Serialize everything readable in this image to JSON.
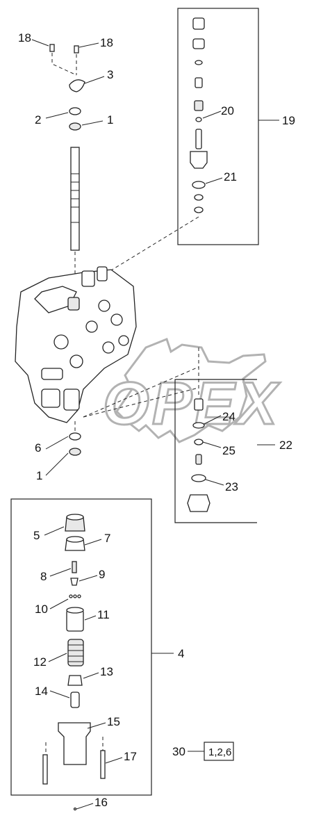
{
  "watermark": {
    "text": "OPEX"
  },
  "labels": {
    "p18a": "18",
    "p18b": "18",
    "p3": "3",
    "p2": "2",
    "p1a": "1",
    "p19": "19",
    "p20": "20",
    "p21": "21",
    "p6": "6",
    "p1b": "1",
    "p22": "22",
    "p24": "24",
    "p25": "25",
    "p23": "23",
    "p4": "4",
    "p5": "5",
    "p7": "7",
    "p8": "8",
    "p9": "9",
    "p10": "10",
    "p11": "11",
    "p12": "12",
    "p13": "13",
    "p14": "14",
    "p15": "15",
    "p16": "16",
    "p17": "17",
    "p30": "30"
  },
  "kit_box": {
    "contents": "1,2,6"
  }
}
